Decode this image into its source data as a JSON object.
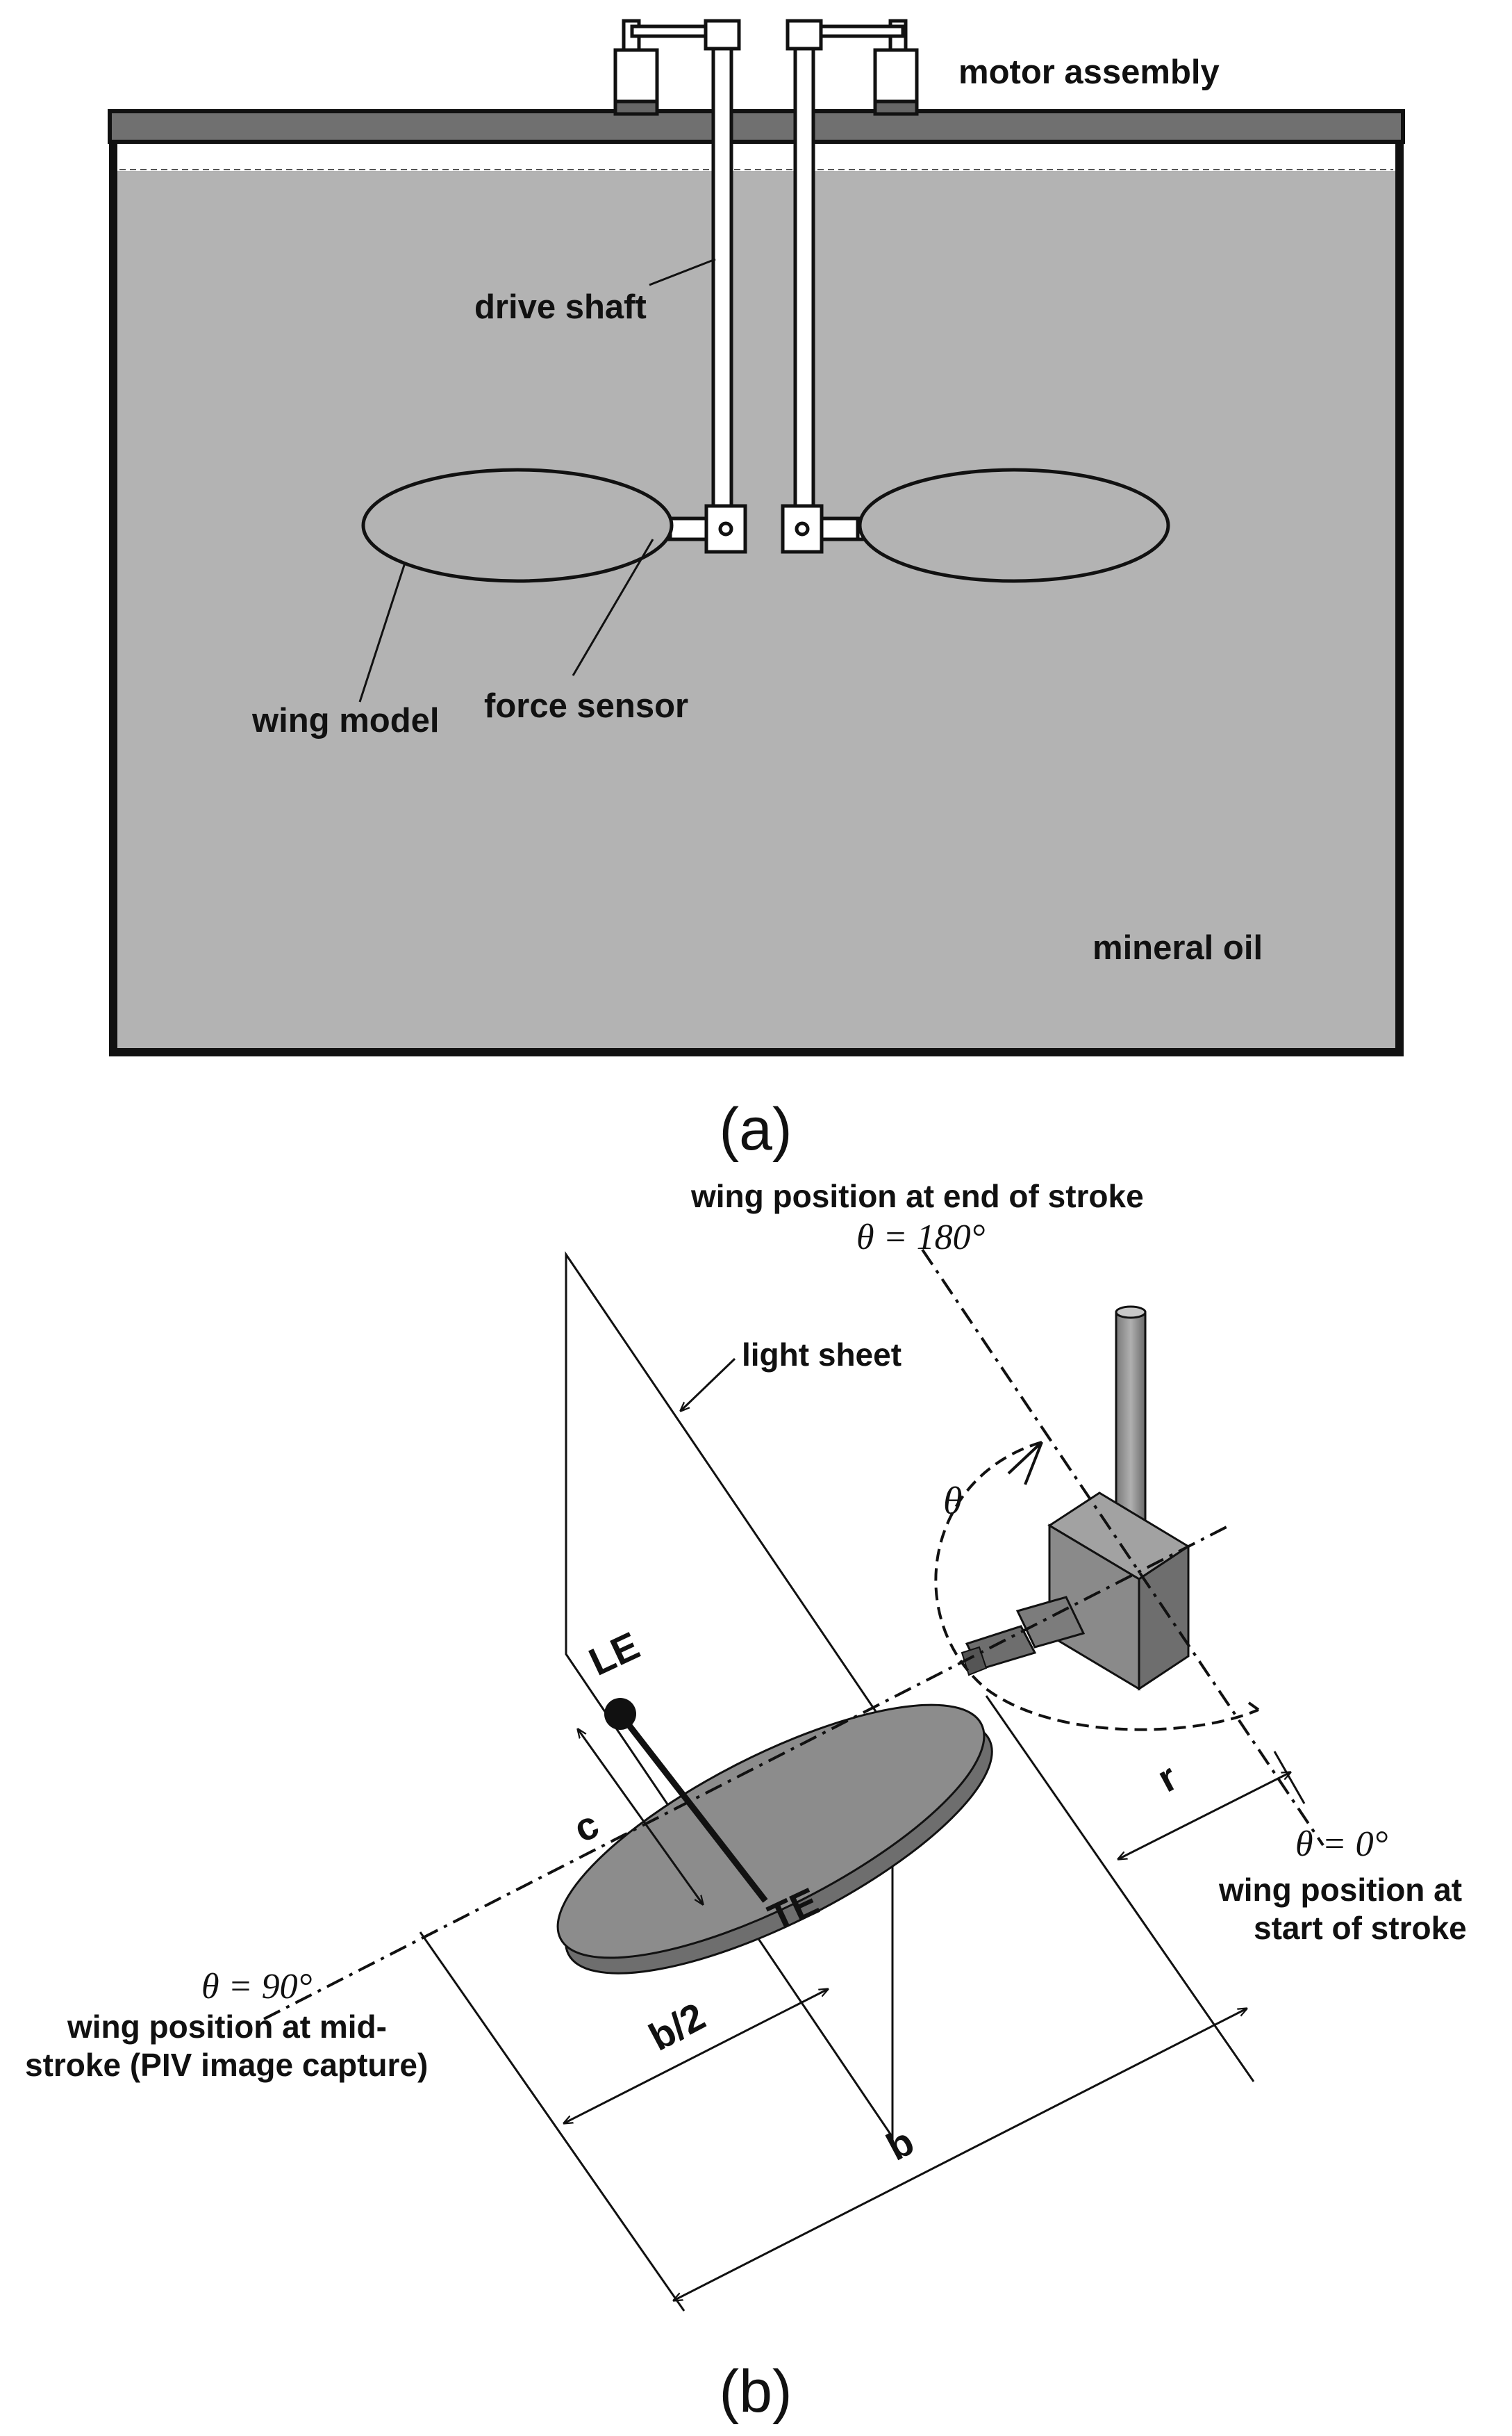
{
  "panel_a": {
    "labels": {
      "motor_assembly": "motor assembly",
      "drive_shaft": "drive shaft",
      "wing_model": "wing model",
      "force_sensor": "force sensor",
      "mineral_oil": "mineral oil"
    },
    "caption": "(a)"
  },
  "panel_b": {
    "labels": {
      "end_stroke_title": "wing position at end of stroke",
      "theta_180": "θ = 180°",
      "light_sheet": "light sheet",
      "theta": "θ",
      "le": "LE",
      "te": "TE",
      "c": "c",
      "r": "r",
      "theta_0": "θ = 0°",
      "start_stroke_line1": "wing position at",
      "start_stroke_line2": "start of stroke",
      "theta_90": "θ = 90°",
      "mid_stroke_line1": "wing position at mid-",
      "mid_stroke_line2": "stroke (PIV image capture)",
      "b_half": "b/2",
      "b": "b"
    },
    "caption": "(b)"
  },
  "colors": {
    "tank_fill": "#b3b3b3",
    "wing_fill": "#8c8c8c",
    "wing_edge": "#6e6e6e",
    "outline": "#111111"
  }
}
